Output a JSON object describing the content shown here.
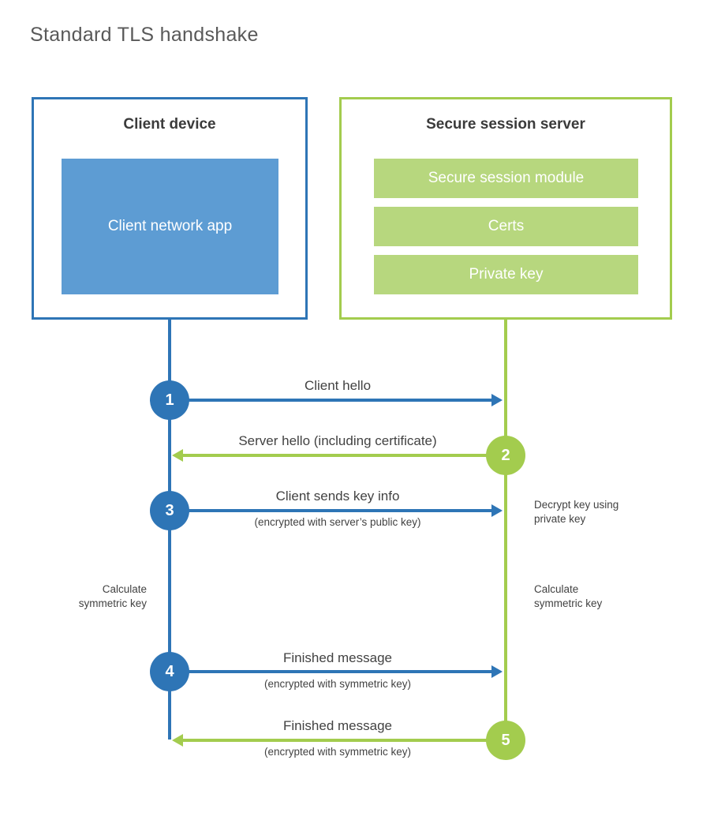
{
  "title": "Standard TLS handshake",
  "colors": {
    "client_accent": "#2E75B6",
    "client_fill": "#5D9CD3",
    "server_accent": "#A3CC4E",
    "server_fill": "#B7D77E",
    "title_text": "#595959",
    "label_text": "#424242",
    "on_fill_text": "#FFFFFF"
  },
  "client": {
    "title": "Client device",
    "components": [
      "Client network app"
    ]
  },
  "server": {
    "title": "Secure session server",
    "components": [
      "Secure session module",
      "Certs",
      "Private key"
    ]
  },
  "messages": [
    {
      "step": "1",
      "from": "client",
      "to": "server",
      "label": "Client hello",
      "sublabel": ""
    },
    {
      "step": "2",
      "from": "server",
      "to": "client",
      "label": "Server hello (including certificate)",
      "sublabel": ""
    },
    {
      "step": "3",
      "from": "client",
      "to": "server",
      "label": "Client sends key info",
      "sublabel": "(encrypted with server’s public key)"
    },
    {
      "step": "4",
      "from": "client",
      "to": "server",
      "label": "Finished message",
      "sublabel": "(encrypted with symmetric key)"
    },
    {
      "step": "5",
      "from": "server",
      "to": "client",
      "label": "Finished message",
      "sublabel": "(encrypted with symmetric key)"
    }
  ],
  "notes": [
    {
      "side": "right",
      "text": "Decrypt key using private key"
    },
    {
      "side": "left",
      "text": "Calculate symmetric key"
    },
    {
      "side": "right",
      "text": "Calculate symmetric key"
    }
  ]
}
